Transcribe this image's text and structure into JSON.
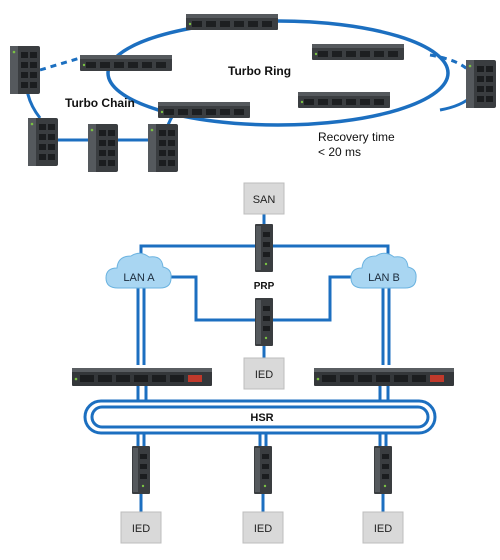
{
  "top": {
    "turbo_ring_label": "Turbo Ring",
    "turbo_chain_label": "Turbo Chain",
    "recovery_line1": "Recovery time",
    "recovery_line2": "< 20 ms"
  },
  "bottom": {
    "san_label": "SAN",
    "lan_a_label": "LAN A",
    "lan_b_label": "LAN B",
    "prp_label": "PRP",
    "hsr_label": "HSR",
    "ied_label": "IED"
  },
  "colors": {
    "link_blue": "#1c6fc0",
    "cloud_fill": "#a9d6f2",
    "box_fill": "#d9d9d9",
    "device_dark": "#3a3d40"
  }
}
